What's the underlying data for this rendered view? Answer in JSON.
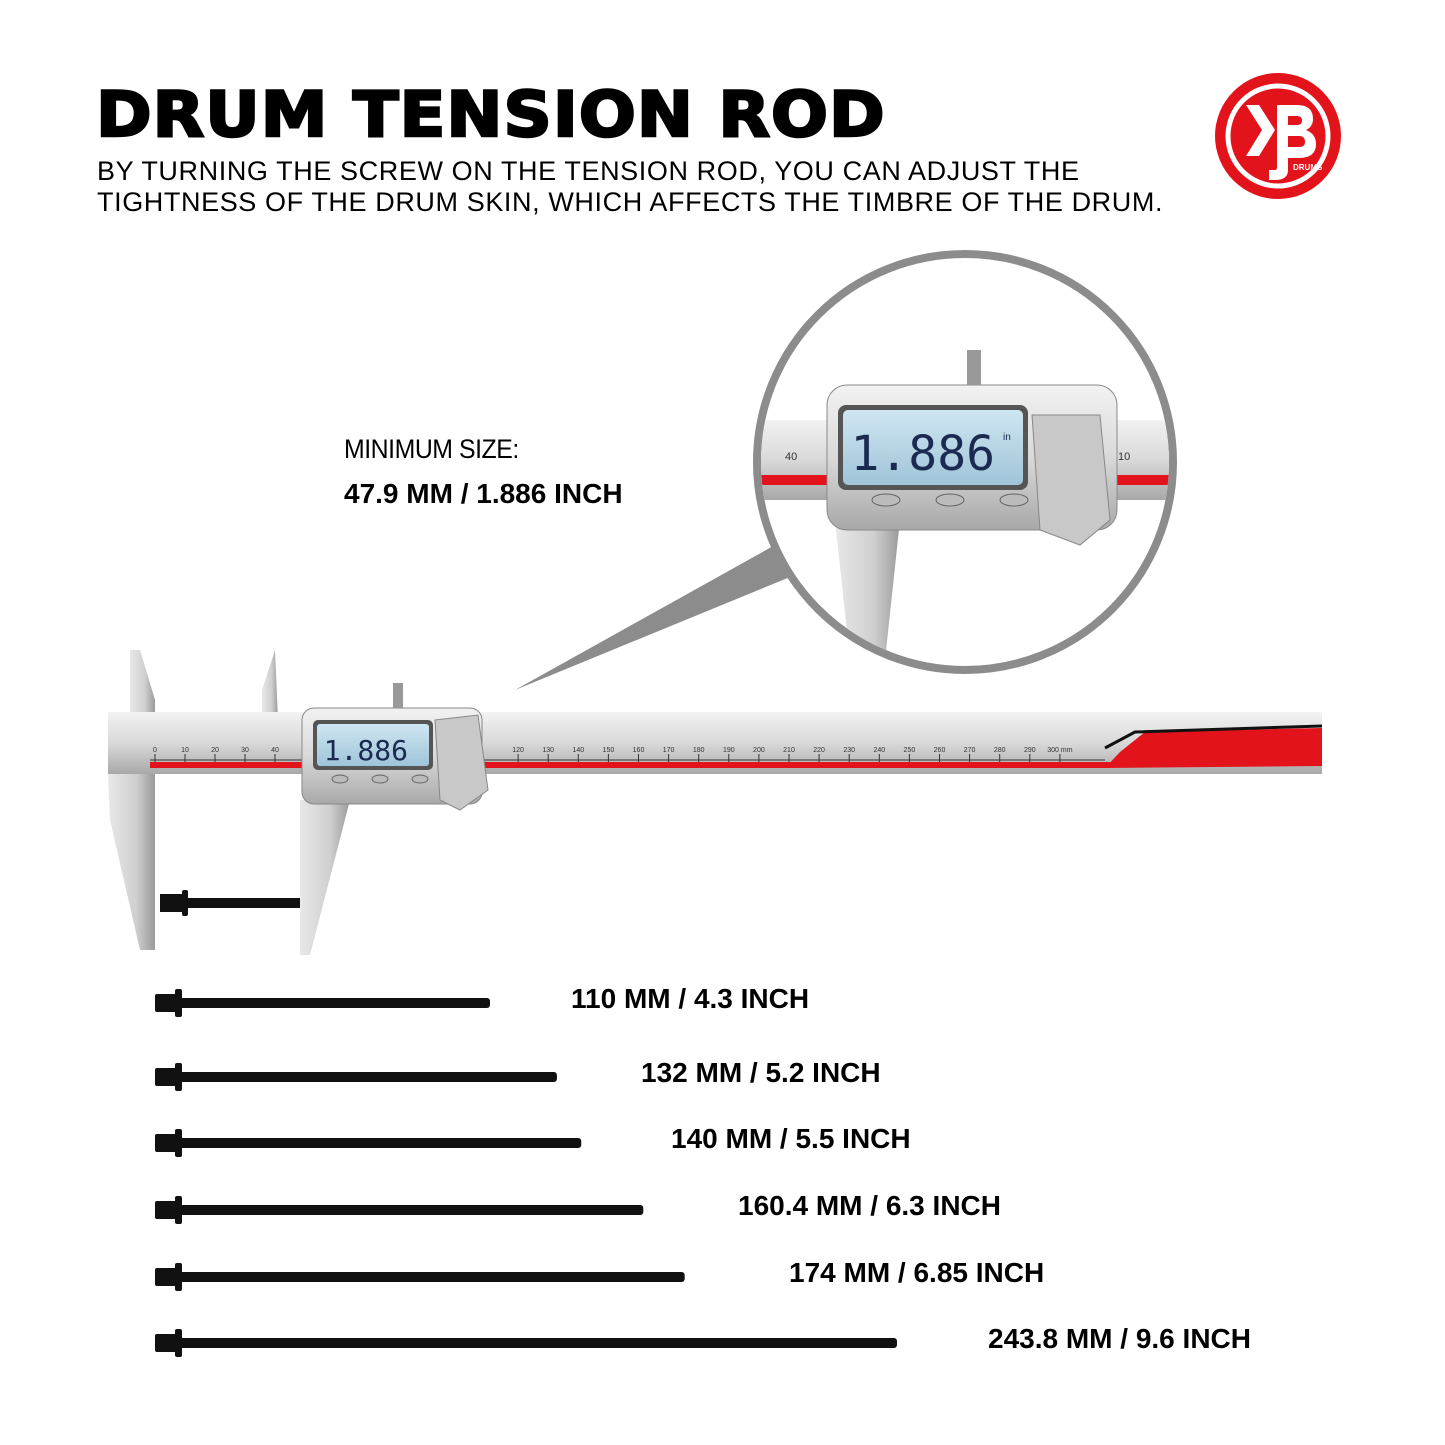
{
  "header": {
    "title": "DRUM TENSION ROD",
    "subtitle": "BY TURNING THE SCREW ON THE TENSION ROD, YOU CAN ADJUST THE TIGHTNESS OF THE DRUM SKIN, WHICH AFFECTS THE TIMBRE OF THE DRUM."
  },
  "logo": {
    "text": "KB",
    "subtext": "DRUMS",
    "color": "#e3131b"
  },
  "measurement": {
    "label": "MINIMUM SIZE:",
    "value": "47.9 MM / 1.886 INCH",
    "display_reading": "1.886",
    "display_unit": "in"
  },
  "caliper": {
    "scale_labels": [
      "0",
      "10",
      "20",
      "30",
      "40",
      "120",
      "130",
      "140",
      "150",
      "160",
      "170",
      "180",
      "190",
      "200",
      "210",
      "220",
      "230",
      "240",
      "250",
      "260",
      "270",
      "280",
      "290",
      "300 mm"
    ],
    "accent_color": "#e3131b"
  },
  "rods": [
    {
      "label": "110 MM / 4.3 INCH",
      "mm": 110
    },
    {
      "label": "132 MM / 5.2 INCH",
      "mm": 132
    },
    {
      "label": "140 MM / 5.5 INCH",
      "mm": 140
    },
    {
      "label": "160.4 MM / 6.3 INCH",
      "mm": 160.4
    },
    {
      "label": "174 MM / 6.85 INCH",
      "mm": 174
    },
    {
      "label": "243.8 MM / 9.6 INCH",
      "mm": 243.8
    }
  ]
}
